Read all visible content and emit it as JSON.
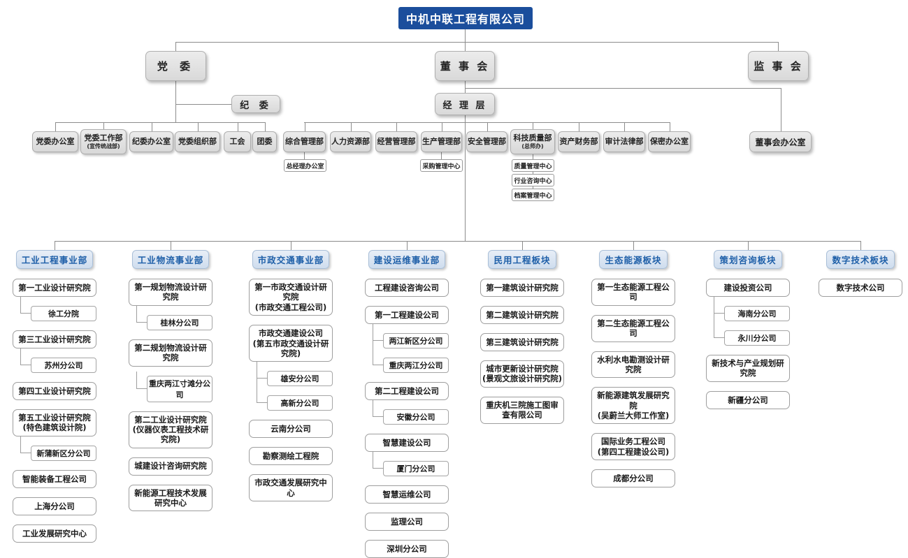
{
  "title": "中机中联工程有限公司",
  "colors": {
    "title_bg": "#1b4e9c",
    "division_header_text": "#1e5fa8",
    "division_header_bg": "#d9e3f0",
    "governance_box_bg": "#e3e3e3",
    "connector_line": "#8c8c8c"
  },
  "governance": {
    "party_committee": "党 委",
    "discipline_committee": "纪 委",
    "board": "董 事 会",
    "management_layer": "经 理 层",
    "supervisory_board": "监 事 会",
    "board_office": "董事会办公室"
  },
  "party_departments": [
    {
      "label": "党委办公室"
    },
    {
      "label": "党委工作部",
      "sub_label": "(宣传统战部)"
    },
    {
      "label": "纪委办公室"
    },
    {
      "label": "党委组织部"
    },
    {
      "label": "工会"
    },
    {
      "label": "团委"
    }
  ],
  "management_departments": [
    {
      "label": "综合管理部",
      "children": [
        "总经理办公室"
      ]
    },
    {
      "label": "人力资源部"
    },
    {
      "label": "经营管理部"
    },
    {
      "label": "生产管理部",
      "children": [
        "采购管理中心"
      ]
    },
    {
      "label": "安全管理部"
    },
    {
      "label": "科技质量部",
      "sub_label": "(总师办)",
      "children": [
        "质量管理中心",
        "行业咨询中心",
        "档案管理中心"
      ]
    },
    {
      "label": "资产财务部"
    },
    {
      "label": "审计法律部"
    },
    {
      "label": "保密办公室"
    }
  ],
  "divisions": [
    {
      "name": "工业工程事业部",
      "units": [
        {
          "label": "第一工业设计研究院",
          "branches": [
            "徐工分院"
          ]
        },
        {
          "label": "第三工业设计研究院",
          "branches": [
            "苏州分公司"
          ]
        },
        {
          "label": "第四工业设计研究院"
        },
        {
          "label": "第五工业设计研究院",
          "sub_label": "(特色建筑设计院)",
          "branches": [
            "新蒲新区分公司"
          ]
        },
        {
          "label": "智能装备工程公司"
        },
        {
          "label": "上海分公司"
        },
        {
          "label": "工业发展研究中心"
        }
      ]
    },
    {
      "name": "工业物流事业部",
      "units": [
        {
          "label": "第一规划物流设计研究院",
          "branches": [
            "桂林分公司"
          ]
        },
        {
          "label": "第二规划物流设计研究院",
          "branches": [
            "重庆两江寸滩分公司"
          ]
        },
        {
          "label": "第二工业设计研究院",
          "sub_label": "(仪器仪表工程技术研究院)"
        },
        {
          "label": "城建设计咨询研究院"
        },
        {
          "label": "新能源工程技术发展研究中心"
        }
      ]
    },
    {
      "name": "市政交通事业部",
      "units": [
        {
          "label": "第一市政交通设计研究院",
          "sub_label": "(市政交通工程公司)"
        },
        {
          "label": "市政交通建设公司",
          "sub_label": "(第五市政交通设计研究院)",
          "branches": [
            "雄安分公司",
            "高新分公司"
          ]
        },
        {
          "label": "云南分公司"
        },
        {
          "label": "勘察测绘工程院"
        },
        {
          "label": "市政交通发展研究中心"
        }
      ]
    },
    {
      "name": "建设运维事业部",
      "units": [
        {
          "label": "工程建设咨询公司"
        },
        {
          "label": "第一工程建设公司",
          "branches": [
            "两江新区分公司",
            "重庆两江分公司"
          ]
        },
        {
          "label": "第二工程建设公司",
          "branches": [
            "安徽分公司"
          ]
        },
        {
          "label": "智慧建设公司",
          "branches": [
            "厦门分公司"
          ]
        },
        {
          "label": "智慧运维公司"
        },
        {
          "label": "监理公司"
        },
        {
          "label": "深圳分公司"
        }
      ]
    },
    {
      "name": "民用工程板块",
      "units": [
        {
          "label": "第一建筑设计研究院"
        },
        {
          "label": "第二建筑设计研究院"
        },
        {
          "label": "第三建筑设计研究院"
        },
        {
          "label": "城市更新设计研究院",
          "sub_label": "(景观文旅设计研究院)"
        },
        {
          "label": "重庆机三院施工图审查有限公司"
        }
      ]
    },
    {
      "name": "生态能源板块",
      "units": [
        {
          "label": "第一生态能源工程公司"
        },
        {
          "label": "第二生态能源工程公司"
        },
        {
          "label": "水利水电勘测设计研究院"
        },
        {
          "label": "新能源建筑发展研究院",
          "sub_label": "(吴蔚兰大师工作室)"
        },
        {
          "label": "国际业务工程公司",
          "sub_label": "(第四工程建设公司)"
        },
        {
          "label": "成都分公司"
        }
      ]
    },
    {
      "name": "策划咨询板块",
      "units": [
        {
          "label": "建设投资公司",
          "branches": [
            "海南分公司",
            "永川分公司"
          ]
        },
        {
          "label": "新技术与产业规划研究院"
        },
        {
          "label": "新疆分公司"
        }
      ]
    },
    {
      "name": "数字技术板块",
      "units": [
        {
          "label": "数字技术公司"
        }
      ]
    }
  ]
}
